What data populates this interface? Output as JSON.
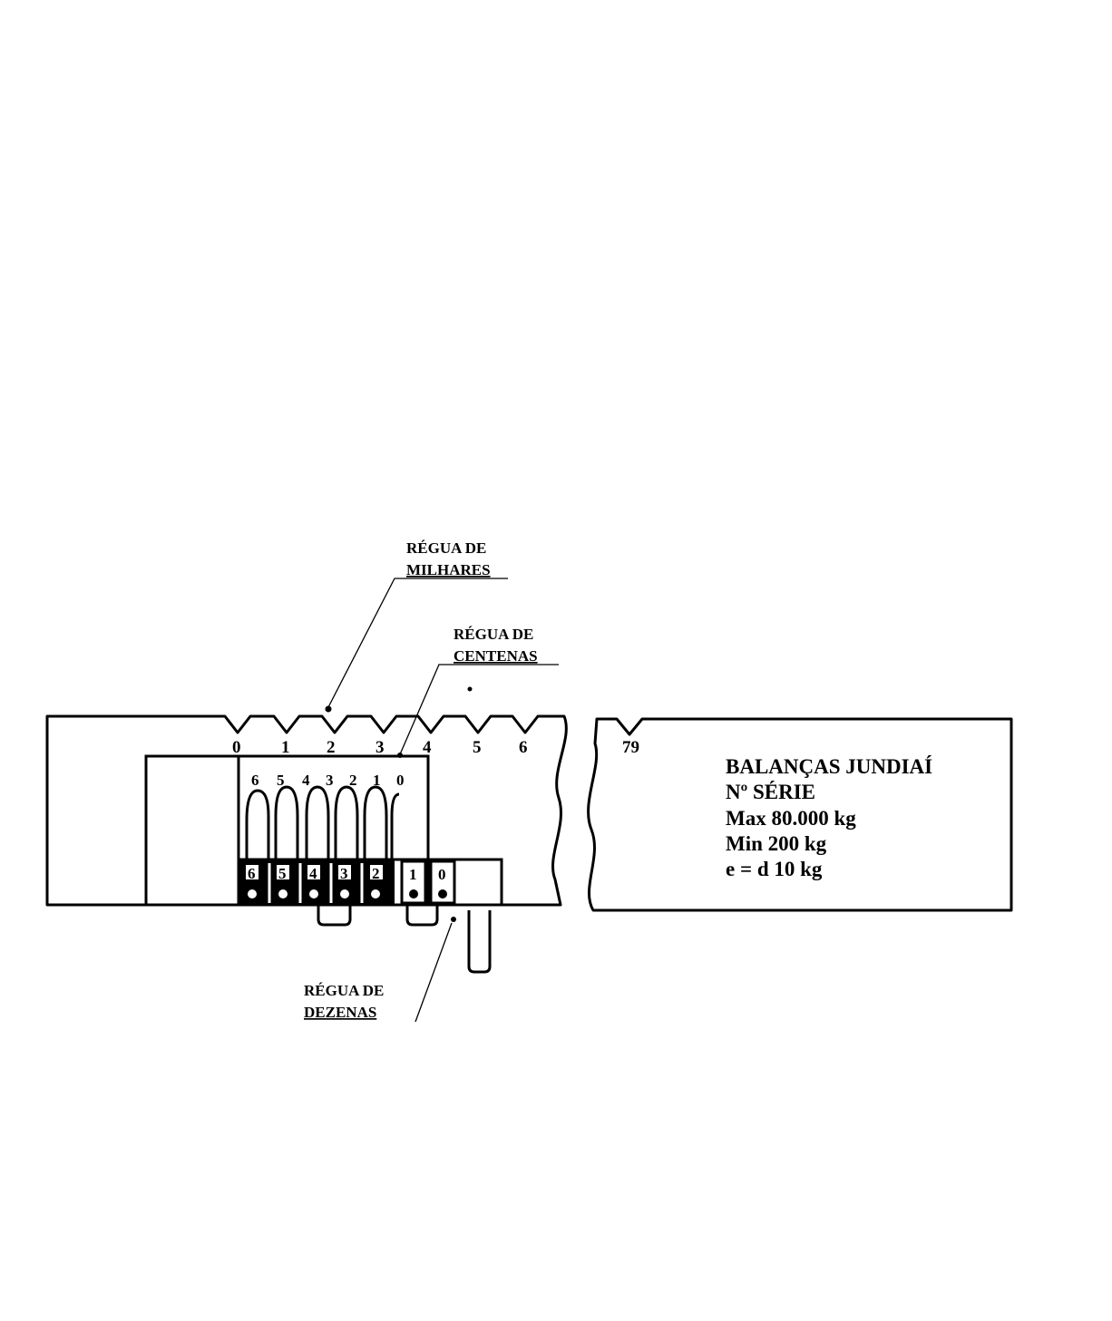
{
  "labels": {
    "milhares": [
      "RÉGUA DE",
      "MILHARES"
    ],
    "centenas": [
      "RÉGUA DE",
      "CENTENAS"
    ],
    "dezenas": [
      "RÉGUA DE",
      "DEZENAS"
    ]
  },
  "milhares_scale": [
    "0",
    "1",
    "2",
    "3",
    "4",
    "5",
    "6"
  ],
  "milhares_end": "79",
  "centenas_scale": [
    "6",
    "5",
    "4",
    "3",
    "2",
    "1",
    "0"
  ],
  "dezenas_scale": [
    "6",
    "5",
    "4",
    "3",
    "2",
    "1",
    "0"
  ],
  "plate": {
    "line1": "BALANÇAS JUNDIAÍ",
    "line2": "Nº SÉRIE",
    "line3": "Max  80.000 kg",
    "line4": "Min  200 kg",
    "line5": "e = d 10 kg"
  }
}
